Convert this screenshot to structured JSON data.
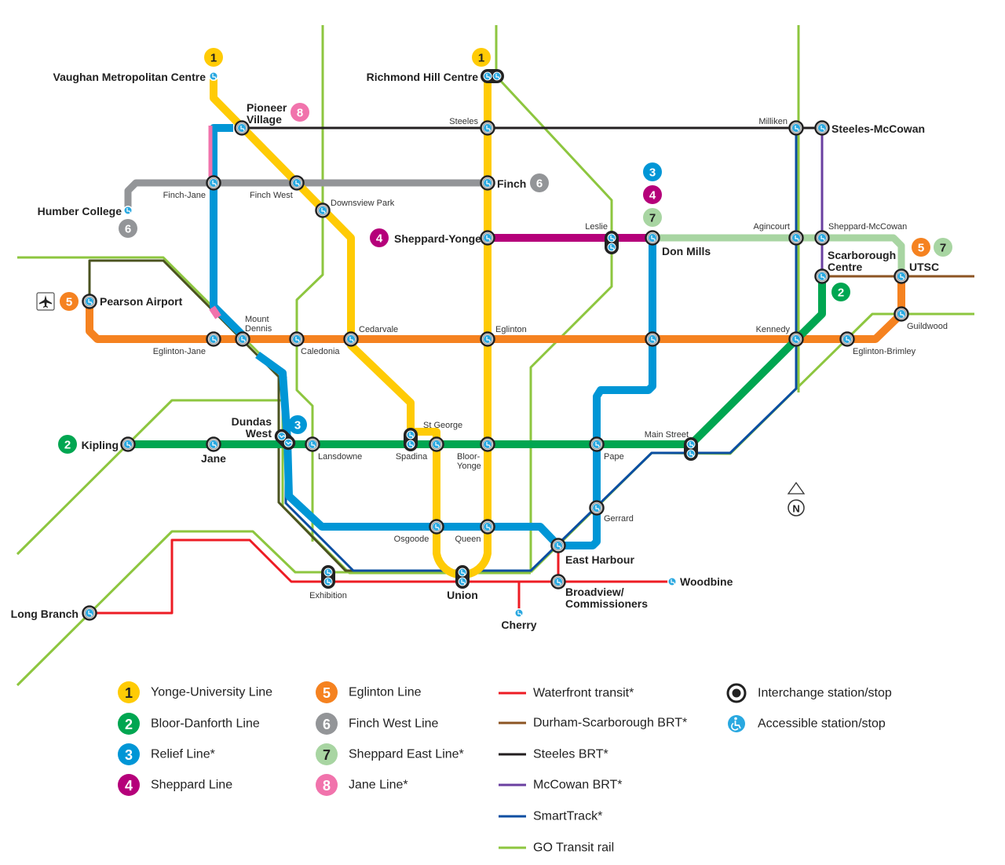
{
  "colors": {
    "yonge_university": "#FFCB05",
    "bloor_danforth": "#00A651",
    "relief": "#0096D6",
    "sheppard": "#B5007A",
    "eglinton": "#F58220",
    "finch_west": "#939598",
    "sheppard_east": "#A8D5A2",
    "jane": "#F173AC",
    "waterfront": "#ED1C24",
    "durham_scarborough": "#8C5423",
    "steeles": "#231F20",
    "mccowan": "#6A3FA0",
    "smarttrack": "#0B4EA2",
    "go": "#8DC63F",
    "up_express": "#4B5320"
  },
  "badges": {
    "n1": "1",
    "n2": "2",
    "n3": "3",
    "n4": "4",
    "n5": "5",
    "n6": "6",
    "n7": "7",
    "n8": "8"
  },
  "stations": {
    "vaughan": "Vaughan Metropolitan Centre",
    "richmond_hill": "Richmond Hill Centre",
    "pioneer_village": [
      "Pioneer",
      "Village"
    ],
    "steeles": "Steeles",
    "milliken": "Milliken",
    "steeles_mccowan": "Steeles-McCowan",
    "finch": "Finch",
    "finch_jane": "Finch-Jane",
    "finch_west": "Finch West",
    "downsview_park": "Downsview Park",
    "humber_college": "Humber College",
    "sheppard_yonge": "Sheppard-Yonge",
    "leslie": "Leslie",
    "don_mills": "Don Mills",
    "agincourt": "Agincourt",
    "sheppard_mccowan": "Sheppard-McCowan",
    "scarborough_centre": [
      "Scarborough",
      "Centre"
    ],
    "utsc": "UTSC",
    "pearson_airport": "Pearson Airport",
    "mount_dennis": [
      "Mount",
      "Dennis"
    ],
    "eglinton_jane": "Eglinton-Jane",
    "caledonia": "Caledonia",
    "cedarvale": "Cedarvale",
    "eglinton": "Eglinton",
    "kennedy": "Kennedy",
    "guildwood": "Guildwood",
    "eglinton_brimley": "Eglinton-Brimley",
    "dundas_west": [
      "Dundas",
      "West"
    ],
    "kipling": "Kipling",
    "jane": "Jane",
    "lansdowne": "Lansdowne",
    "st_george": "St George",
    "spadina": "Spadina",
    "bloor_yonge": [
      "Bloor-",
      "Yonge"
    ],
    "main_street": "Main Street",
    "pape": "Pape",
    "gerrard": "Gerrard",
    "osgoode": "Osgoode",
    "queen": "Queen",
    "east_harbour": "East Harbour",
    "exhibition": "Exhibition",
    "union": "Union",
    "broadview": [
      "Broadview/",
      "Commissioners"
    ],
    "woodbine": "Woodbine",
    "cherry": "Cherry",
    "long_branch": "Long Branch"
  },
  "compass": "N",
  "legend": {
    "numbered": [
      {
        "num": "1",
        "label": "Yonge-University Line",
        "color": "#FFCB05"
      },
      {
        "num": "2",
        "label": "Bloor-Danforth Line",
        "color": "#00A651"
      },
      {
        "num": "3",
        "label": "Relief Line*",
        "color": "#0096D6"
      },
      {
        "num": "4",
        "label": "Sheppard Line",
        "color": "#B5007A"
      },
      {
        "num": "5",
        "label": "Eglinton Line",
        "color": "#F58220"
      },
      {
        "num": "6",
        "label": "Finch West Line",
        "color": "#939598"
      },
      {
        "num": "7",
        "label": "Sheppard East Line*",
        "color": "#A8D5A2"
      },
      {
        "num": "8",
        "label": "Jane Line*",
        "color": "#F173AC"
      }
    ],
    "lines": [
      {
        "label": "Waterfront transit*",
        "color": "#ED1C24"
      },
      {
        "label": "Durham-Scarborough BRT*",
        "color": "#8C5423"
      },
      {
        "label": "Steeles BRT*",
        "color": "#231F20"
      },
      {
        "label": "McCowan BRT*",
        "color": "#6A3FA0"
      },
      {
        "label": "SmartTrack*",
        "color": "#0B4EA2"
      },
      {
        "label": "GO Transit rail",
        "color": "#8DC63F"
      }
    ],
    "symbols": {
      "interchange": "Interchange station/stop",
      "accessible": "Accessible station/stop"
    }
  }
}
